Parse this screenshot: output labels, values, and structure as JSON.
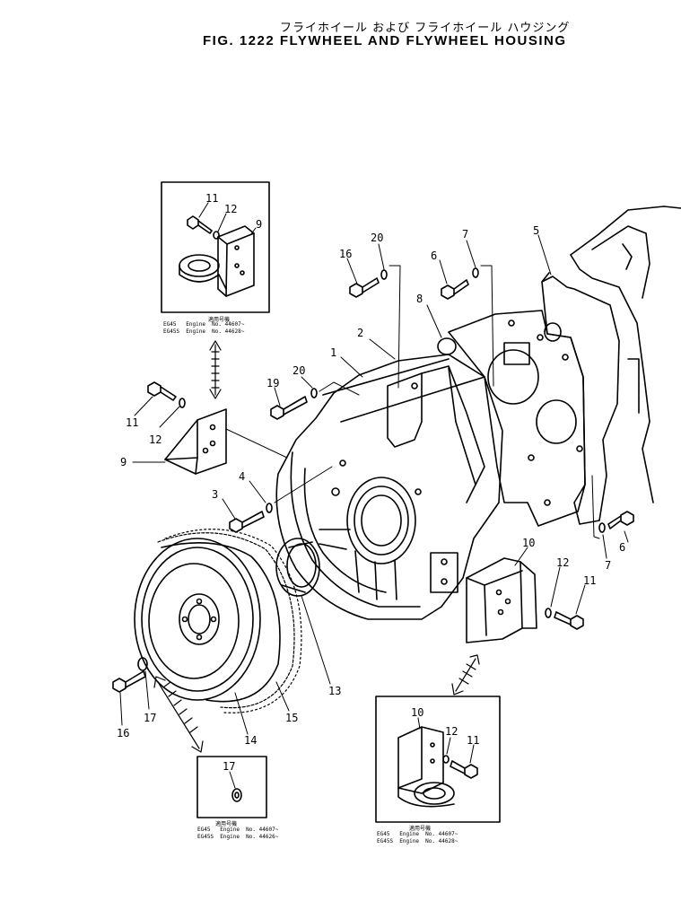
{
  "title": {
    "japanese": "フライホイール および フライホイール ハウジング",
    "english": "FIG. 1222  FLYWHEEL AND FLYWHEEL HOUSING"
  },
  "part_labels": {
    "p1": "1",
    "p2": "2",
    "p3": "3",
    "p4": "4",
    "p5": "5",
    "p6a": "6",
    "p6b": "6",
    "p7a": "7",
    "p7b": "7",
    "p8": "8",
    "p9a": "9",
    "p9b": "9",
    "p10a": "10",
    "p10b": "10",
    "p11a": "11",
    "p11b": "11",
    "p11c": "11",
    "p11d": "11",
    "p12a": "12",
    "p12b": "12",
    "p12c": "12",
    "p12d": "12",
    "p13": "13",
    "p14": "14",
    "p15": "15",
    "p16a": "16",
    "p16b": "16",
    "p17a": "17",
    "p17b": "17",
    "p19": "19",
    "p20a": "20",
    "p20b": "20"
  },
  "notes": {
    "top_box": {
      "header": "適用号機",
      "line1": "EG45   Engine  No. 44607~",
      "line2": "EG45S  Engine  No. 44628~"
    },
    "bottom_left_box": {
      "header": "適用号機",
      "line1": "EG45   Engine  No. 44607~",
      "line2": "EG45S  Engine  No. 44626~"
    },
    "bottom_right_box": {
      "header": "適用号機",
      "line1": "EG45   Engine  No. 44607~",
      "line2": "EG45S  Engine  No. 44628~"
    }
  }
}
